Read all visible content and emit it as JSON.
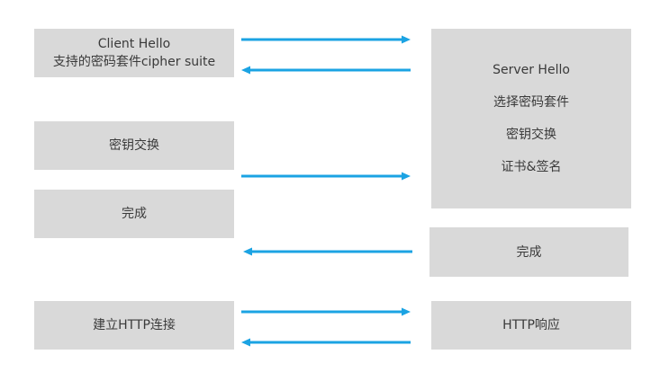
{
  "colors": {
    "box_fill": "#d9d9d9",
    "arrow": "#1ba3e3",
    "text": "#3a3a3a"
  },
  "client": {
    "hello": {
      "line1": "Client Hello",
      "line2": "支持的密码套件cipher suite"
    },
    "key_exchange": "密钥交换",
    "finished": "完成",
    "http_request": "建立HTTP连接"
  },
  "server": {
    "hello": {
      "line1": "Server Hello",
      "line2": "选择密码套件",
      "line3": "密钥交换",
      "line4": "证书&签名"
    },
    "finished": "完成",
    "http_response": "HTTP响应"
  },
  "arrows": [
    {
      "from": "client",
      "to": "server",
      "stage": "client-hello"
    },
    {
      "from": "server",
      "to": "client",
      "stage": "server-hello"
    },
    {
      "from": "client",
      "to": "server",
      "stage": "key-exchange-finished"
    },
    {
      "from": "server",
      "to": "client",
      "stage": "server-finished"
    },
    {
      "from": "client",
      "to": "server",
      "stage": "http-request"
    },
    {
      "from": "server",
      "to": "client",
      "stage": "http-response"
    }
  ]
}
